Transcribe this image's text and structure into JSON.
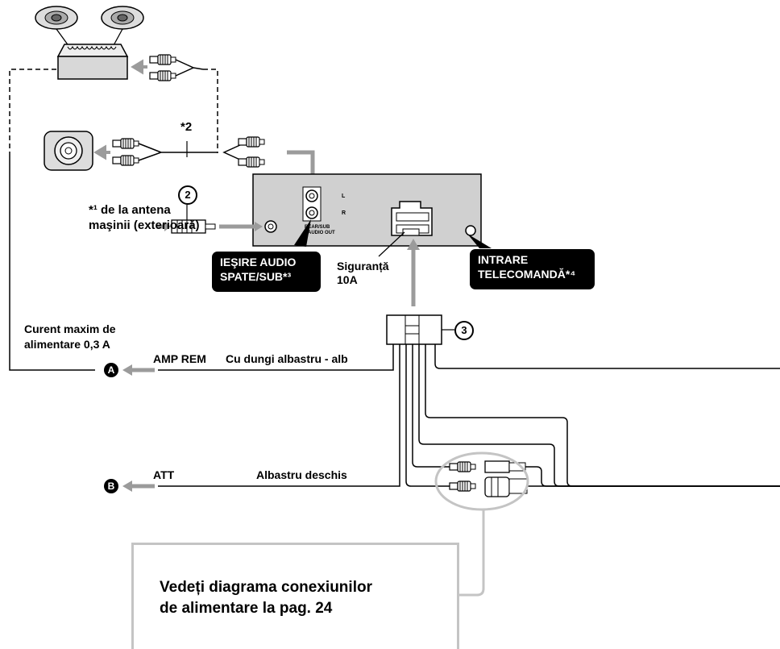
{
  "labels": {
    "rear_audio_out": "IEŞIRE AUDIO\nSPATE/SUB*³",
    "fuse": "Siguranță\n10A",
    "remote_in": "INTRARE\nTELECOMANDĂ*⁴",
    "antenna": "*¹ de la antena\nmaşinii (exterioară)",
    "star2": "*2",
    "max_current": "Curent maxim de\nalimentare 0,3 A",
    "amp_rem": "AMP REM",
    "blue_white": "Cu dungi albastru - alb",
    "att": "ATT",
    "light_blue": "Albastru deschis",
    "unit_l": "L",
    "unit_r": "R",
    "rear_sub_small": "REAR/SUB",
    "audio_out_small": "AUDIO OUT"
  },
  "markers": {
    "two": "2",
    "three": "3",
    "a": "A",
    "b": "B"
  },
  "note": {
    "text": "Vedeți diagrama conexiunilor\nde alimentare la pag. 24"
  },
  "colors": {
    "callout_bg": "#000000",
    "arrow_gray": "#9b9b9b",
    "unit_gray": "#d0d0d0",
    "note_border": "#c4c4c4"
  }
}
